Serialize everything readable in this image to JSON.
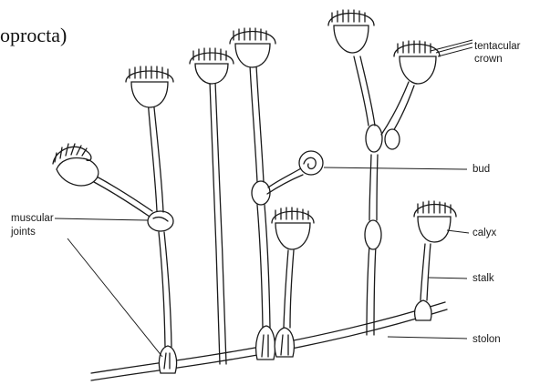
{
  "title_fragment": "oprocta)",
  "labels": {
    "tentacular_line1": "tentacular",
    "tentacular_line2": "crown",
    "bud": "bud",
    "muscular_line1": "muscular",
    "muscular_line2": "joints",
    "calyx": "calyx",
    "stalk": "stalk",
    "stolon": "stolon"
  }
}
